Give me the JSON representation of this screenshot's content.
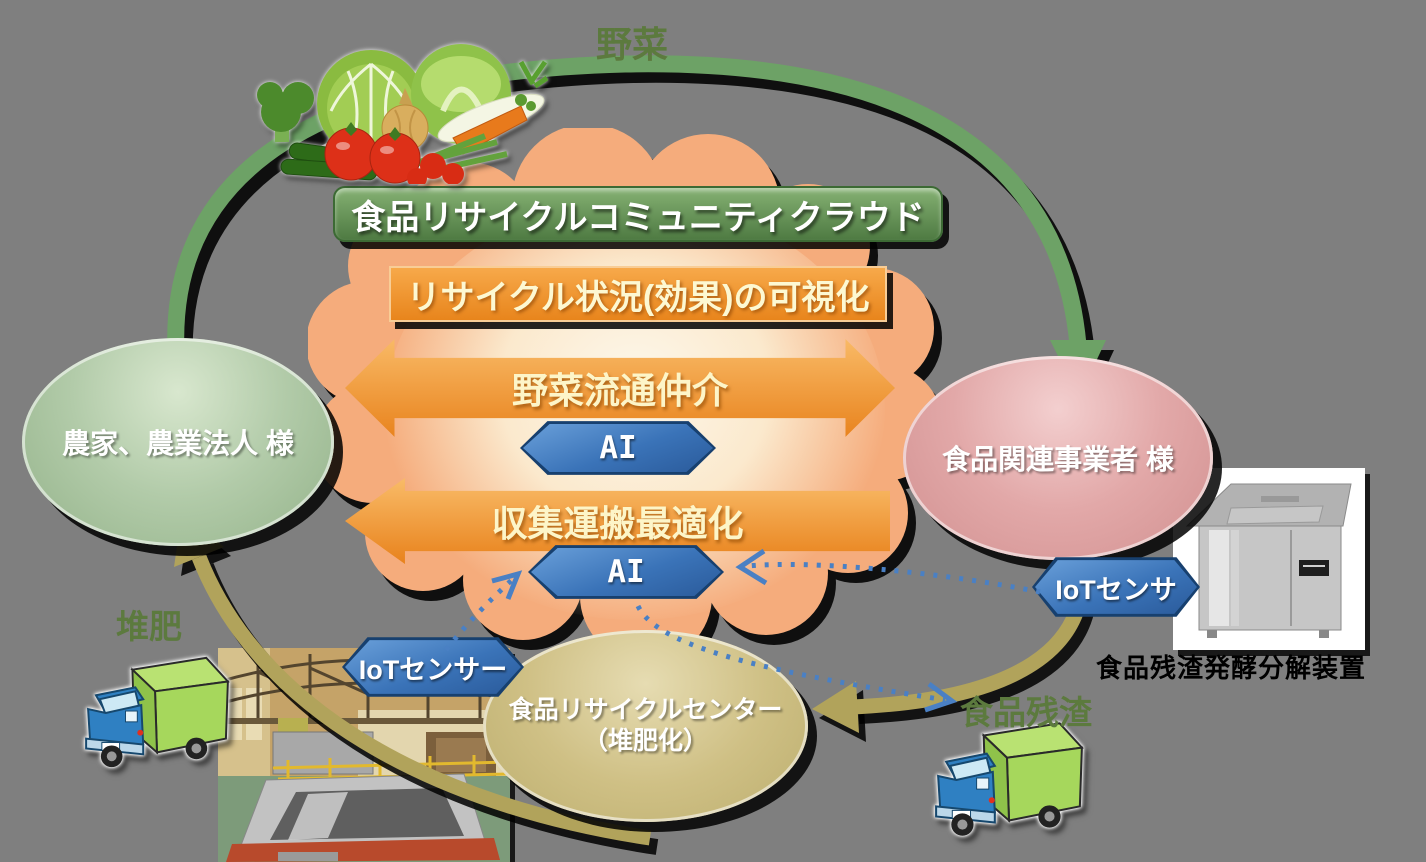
{
  "cloud": {
    "title": "食品リサイクルコミュニティクラウド",
    "visualization": "リサイクル状況(効果)の可視化",
    "functions": [
      {
        "label": "野菜流通仲介",
        "ai": "AI"
      },
      {
        "label": "収集運搬最適化",
        "ai": "AI"
      }
    ]
  },
  "entities": {
    "farmers": "農家、農業法人 様",
    "food_business": "食品関連事業者 様",
    "recycle_center_line1": "食品リサイクルセンター",
    "recycle_center_line2": "（堆肥化）"
  },
  "flows": {
    "vegetables": "野菜",
    "compost": "堆肥",
    "food_residue": "食品残渣"
  },
  "sensors": {
    "left": "IoTセンサー",
    "right": "IoTセンサ"
  },
  "machine_caption": "食品残渣発酵分解装置",
  "colors": {
    "background": "#7f7f7f",
    "cloud_fill": "#f5ac7c",
    "cloud_center": "#fdf7ea",
    "green_banner": "#5e8c4e",
    "orange_arrow": "#ee8c24",
    "blue_badge": "#3a73b8",
    "green_arc": "#6da266",
    "olive_arc": "#b1a35b",
    "dotted_blue": "#4a80c4",
    "farmers_ellipse": "#a9c49f",
    "business_ellipse": "#e0a6a6",
    "center_ellipse": "#cfc185",
    "flow_label_text": "#5c7a3e"
  }
}
